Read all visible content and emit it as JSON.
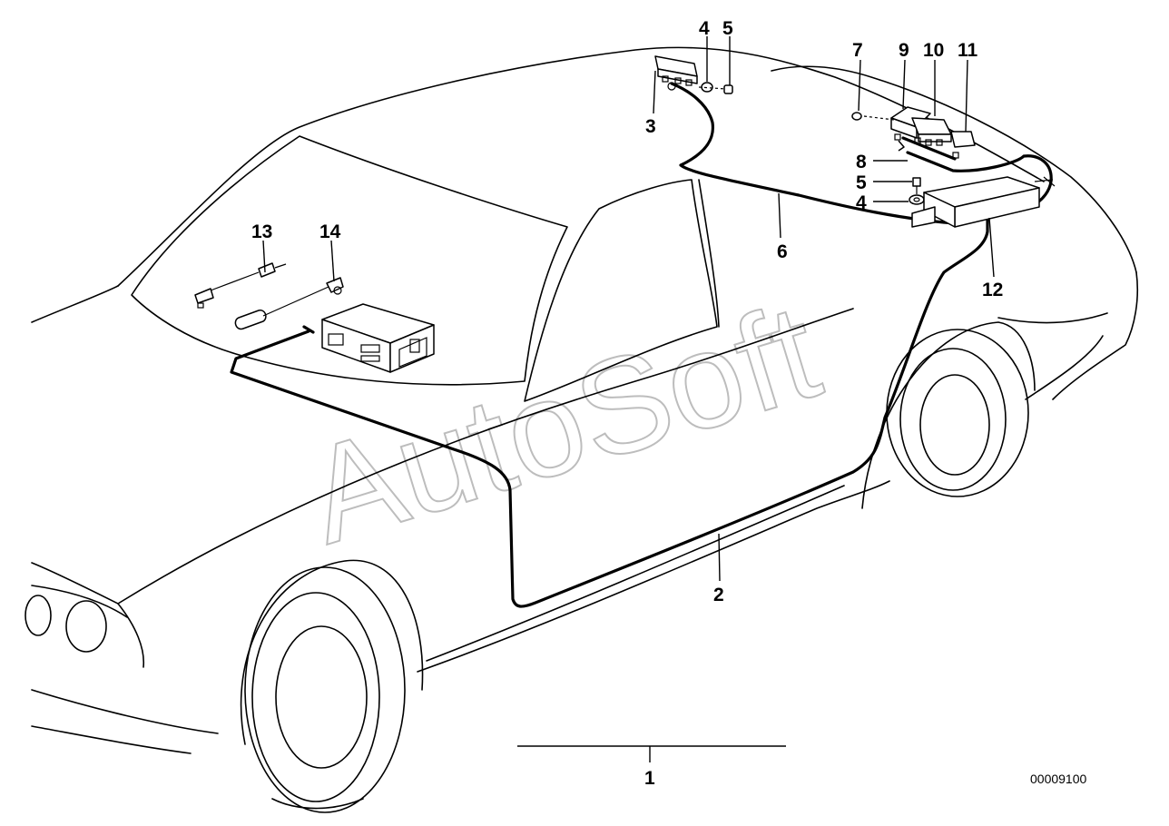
{
  "diagram": {
    "watermark": "AutoSoft",
    "document_number": "00009100",
    "callouts": [
      "1",
      "2",
      "3",
      "4",
      "5",
      "6",
      "7",
      "8",
      "9",
      "10",
      "11",
      "12",
      "13",
      "14",
      "4",
      "5"
    ]
  }
}
